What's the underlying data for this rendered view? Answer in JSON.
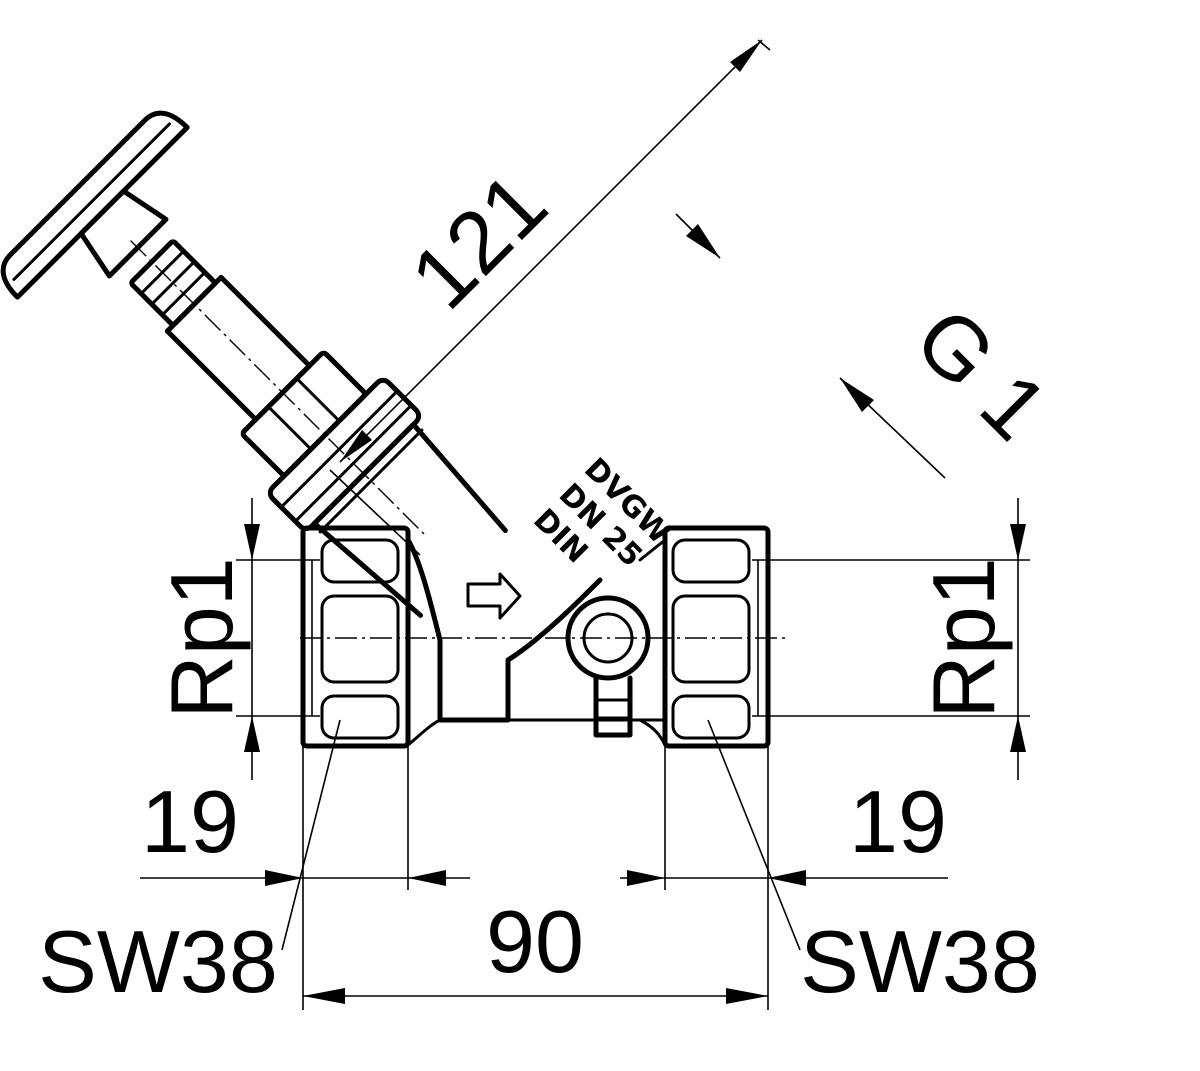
{
  "dimensions": {
    "stem_length": "121",
    "spindle_thread": "G 1",
    "thread_left": "Rp1",
    "thread_right": "Rp1",
    "engagement_left": "19",
    "engagement_right": "19",
    "wrench_left": "SW38",
    "wrench_right": "SW38",
    "overall_length": "90"
  },
  "body_markings": {
    "line1": "DVGW",
    "line2": "DN 25",
    "line3": "DIN"
  }
}
